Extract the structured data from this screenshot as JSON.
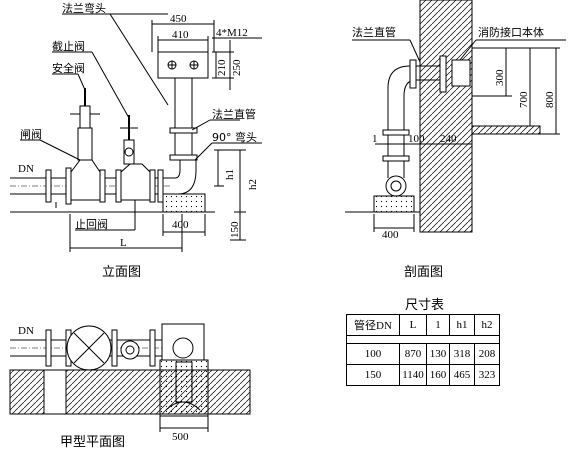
{
  "elevation": {
    "title": "立面图",
    "labels": {
      "flange_elbow": "法兰弯头",
      "stop_valve": "截止阀",
      "safety_valve": "安全阀",
      "gate_valve": "闸阀",
      "dn": "DN",
      "check_valve": "止回阀",
      "flange_pipe": "法兰直管",
      "elbow_90": "90° 弯头",
      "bolts": "4*M12",
      "length": "L"
    },
    "dims": {
      "d450": "450",
      "d410": "410",
      "d210": "210",
      "d250": "250",
      "h1": "h1",
      "h2": "h2",
      "d400": "400",
      "d150": "150"
    }
  },
  "section": {
    "title": "剖面图",
    "labels": {
      "flange_pipe": "法兰直管",
      "fire_inlet": "消防接口本体"
    },
    "dims": {
      "d300": "300",
      "d700": "700",
      "d800": "800",
      "d100": "100",
      "d240": "240",
      "d1": "1",
      "d400": "400"
    }
  },
  "plan": {
    "title": "甲型平面图",
    "labels": {
      "dn": "DN"
    },
    "dims": {
      "d500": "500"
    }
  },
  "table": {
    "title": "尺寸表",
    "headers": [
      "管径DN",
      "L",
      "1",
      "h1",
      "h2"
    ],
    "rows": [
      [
        "100",
        "870",
        "130",
        "318",
        "208"
      ],
      [
        "150",
        "1140",
        "160",
        "465",
        "323"
      ]
    ]
  }
}
